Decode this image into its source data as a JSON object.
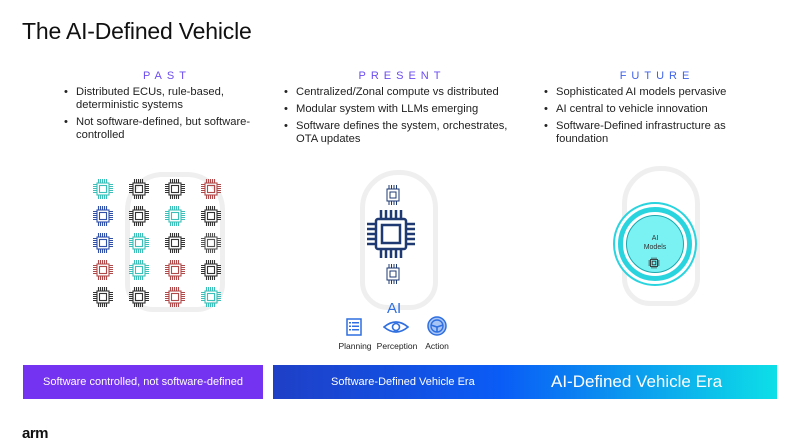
{
  "slide": {
    "title": "The AI-Defined Vehicle"
  },
  "columns": [
    {
      "heading": "PAST",
      "bullets": [
        "Distributed ECUs, rule-based, deterministic systems",
        "Not software-defined, but software-controlled"
      ]
    },
    {
      "heading": "PRESENT",
      "bullets": [
        "Centralized/Zonal compute vs distributed",
        "Modular system with LLMs emerging",
        "Software defines the system, orchestrates, OTA updates"
      ]
    },
    {
      "heading": "FUTURE",
      "bullets": [
        "Sophisticated AI models pervasive",
        "AI central to vehicle innovation",
        "Software-Defined infrastructure as foundation"
      ]
    }
  ],
  "past_graphic": {
    "icon": "chip-icon",
    "chip_colors": [
      [
        "#3bbfb8",
        "#333333",
        "#333333",
        "#b04a4a"
      ],
      [
        "#2f4fa8",
        "#333333",
        "#3bbfb8",
        "#333333"
      ],
      [
        "#2f4fa8",
        "#3bbfb8",
        "#333333",
        "#555555"
      ],
      [
        "#b04a4a",
        "#3bbfb8",
        "#b04a4a",
        "#333333"
      ],
      [
        "#333333",
        "#333333",
        "#b04a4a",
        "#3bbfb8"
      ]
    ]
  },
  "present_graphic": {
    "ai_label": "AI",
    "icons": [
      {
        "icon": "planning-list-icon",
        "label": "Planning"
      },
      {
        "icon": "perception-eye-icon",
        "label": "Perception"
      },
      {
        "icon": "action-steering-wheel-icon",
        "label": "Action"
      }
    ],
    "chip_color": "#1f3a73",
    "accent_color": "#2f6fe0"
  },
  "future_graphic": {
    "label_line1": "AI",
    "label_line2": "Models",
    "ring_color": "#2ad4de",
    "fill_color": "#7af2f4"
  },
  "banners": {
    "past": "Software controlled, not software-defined",
    "sdv": "Software-Defined Vehicle Era",
    "aidv": "AI-Defined Vehicle Era",
    "purple": "#7433f0"
  },
  "footer": {
    "logo": "arm"
  }
}
